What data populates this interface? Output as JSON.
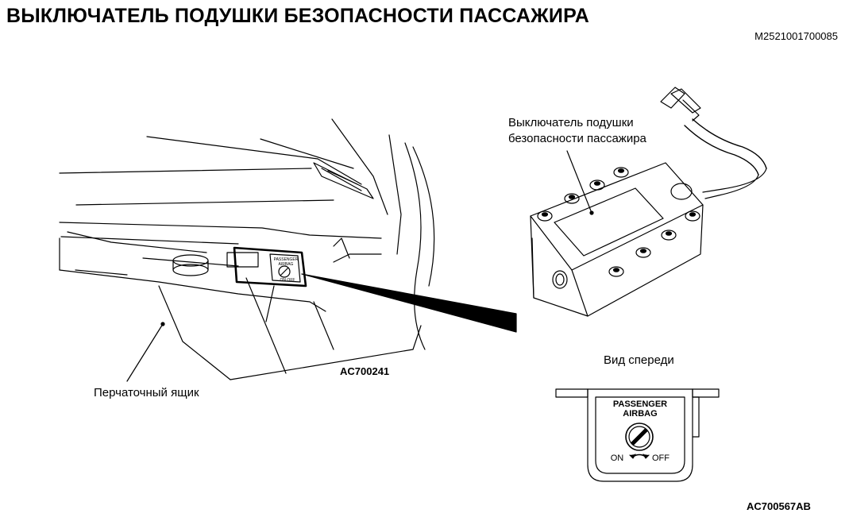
{
  "header": {
    "title": "ВЫКЛЮЧАТЕЛЬ ПОДУШКИ БЕЗОПАСНОСТИ ПАССАЖИРА",
    "doc_code": "M2521001700085"
  },
  "labels": {
    "switch_line1": "Выключатель подушки",
    "switch_line2": "безопасности пассажира",
    "glovebox": "Перчаточный ящик",
    "front_view": "Вид спереди",
    "fig_left": "AC700241",
    "fig_right": "AC700567AB"
  },
  "switch_face": {
    "line1": "PASSENGER",
    "line2": "AIRBAG",
    "on": "ON",
    "off": "OFF"
  },
  "mini_switch": {
    "line1": "PASSENGER",
    "line2": "AIRBAG",
    "on_off": "ON OFF"
  }
}
